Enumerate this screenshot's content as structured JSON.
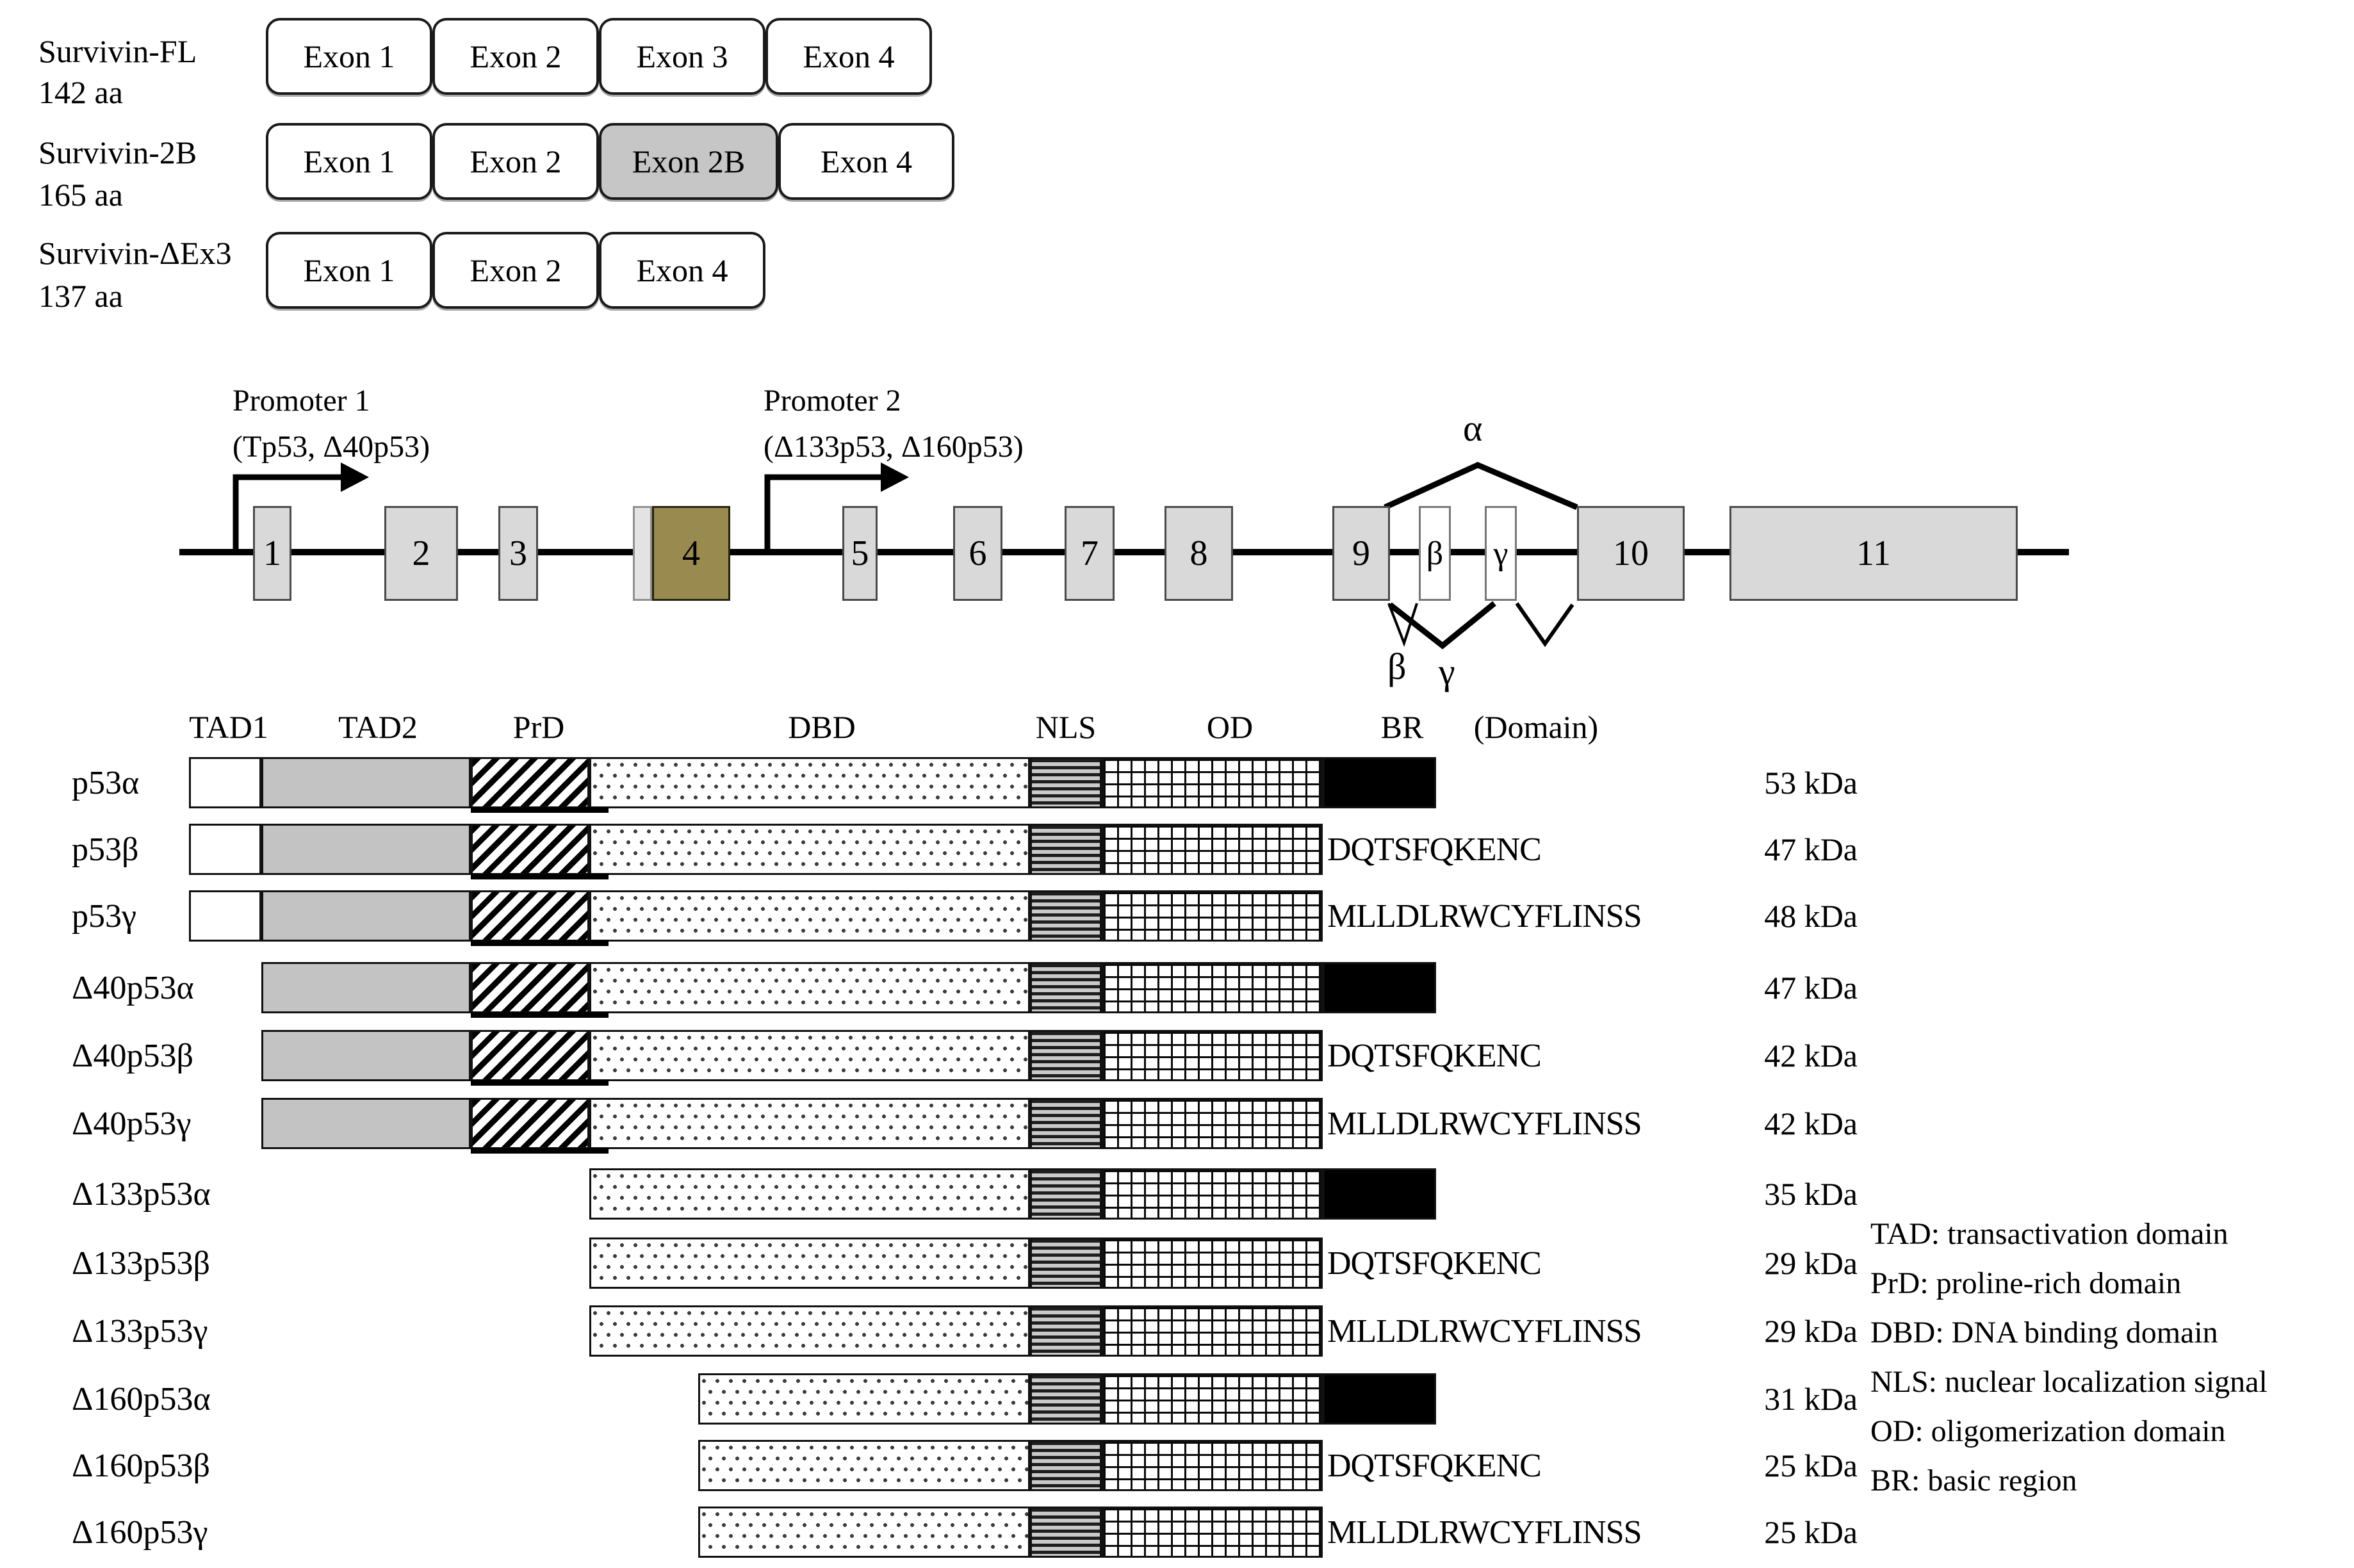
{
  "survivin": {
    "rows": [
      {
        "name": "Survivin-FL",
        "aa": "142 aa",
        "exons": [
          {
            "label": "Exon 1",
            "shaded": false
          },
          {
            "label": "Exon 2",
            "shaded": false
          },
          {
            "label": "Exon 3",
            "shaded": false
          },
          {
            "label": "Exon 4",
            "shaded": false
          }
        ]
      },
      {
        "name": "Survivin-2B",
        "aa": "165 aa",
        "exons": [
          {
            "label": "Exon 1",
            "shaded": false
          },
          {
            "label": "Exon 2",
            "shaded": false
          },
          {
            "label": "Exon 2B",
            "shaded": true
          },
          {
            "label": "Exon 4",
            "shaded": false
          }
        ]
      },
      {
        "name": "Survivin-ΔEx3",
        "aa": "137 aa",
        "exons": [
          {
            "label": "Exon 1",
            "shaded": false
          },
          {
            "label": "Exon 2",
            "shaded": false
          },
          {
            "label": "Exon 4",
            "shaded": false
          }
        ]
      }
    ]
  },
  "gene": {
    "promoter1": {
      "title": "Promoter 1",
      "subtitle": "(Tp53, Δ40p53)"
    },
    "promoter2": {
      "title": "Promoter 2",
      "subtitle": "(Δ133p53, Δ160p53)"
    },
    "exon_labels": [
      "1",
      "2",
      "3",
      "4",
      "5",
      "6",
      "7",
      "8",
      "9",
      "β",
      "γ",
      "10",
      "11"
    ],
    "splice_top": "α",
    "splice_bottom": [
      "β",
      "γ"
    ]
  },
  "p53": {
    "domain_headers": [
      "TAD1",
      "TAD2",
      "PrD",
      "DBD",
      "NLS",
      "OD",
      "BR",
      "(Domain)"
    ],
    "rows": [
      {
        "label": "p53α",
        "kda": "53 kDa",
        "tail": "",
        "domains": [
          "TAD1",
          "TAD2",
          "PrD",
          "DBD",
          "NLS",
          "OD",
          "BR"
        ]
      },
      {
        "label": "p53β",
        "kda": "47 kDa",
        "tail": "DQTSFQKENC",
        "domains": [
          "TAD1",
          "TAD2",
          "PrD",
          "DBD",
          "NLS",
          "OD"
        ]
      },
      {
        "label": "p53γ",
        "kda": "48 kDa",
        "tail": "MLLDLRWCYFLINSS",
        "domains": [
          "TAD1",
          "TAD2",
          "PrD",
          "DBD",
          "NLS",
          "OD"
        ]
      },
      {
        "label": "Δ40p53α",
        "kda": "47 kDa",
        "tail": "",
        "domains": [
          "TAD2",
          "PrD",
          "DBD",
          "NLS",
          "OD",
          "BR"
        ]
      },
      {
        "label": "Δ40p53β",
        "kda": "42 kDa",
        "tail": "DQTSFQKENC",
        "domains": [
          "TAD2",
          "PrD",
          "DBD",
          "NLS",
          "OD"
        ]
      },
      {
        "label": "Δ40p53γ",
        "kda": "42 kDa",
        "tail": "MLLDLRWCYFLINSS",
        "domains": [
          "TAD2",
          "PrD",
          "DBD",
          "NLS",
          "OD"
        ]
      },
      {
        "label": "Δ133p53α",
        "kda": "35 kDa",
        "tail": "",
        "domains": [
          "DBD",
          "NLS",
          "OD",
          "BR"
        ]
      },
      {
        "label": "Δ133p53β",
        "kda": "29 kDa",
        "tail": "DQTSFQKENC",
        "domains": [
          "DBD",
          "NLS",
          "OD"
        ]
      },
      {
        "label": "Δ133p53γ",
        "kda": "29 kDa",
        "tail": "MLLDLRWCYFLINSS",
        "domains": [
          "DBD",
          "NLS",
          "OD"
        ]
      },
      {
        "label": "Δ160p53α",
        "kda": "31 kDa",
        "tail": "",
        "domains": [
          "DBD",
          "NLS",
          "OD",
          "BR"
        ]
      },
      {
        "label": "Δ160p53β",
        "kda": "25 kDa",
        "tail": "DQTSFQKENC",
        "domains": [
          "DBD",
          "NLS",
          "OD"
        ]
      },
      {
        "label": "Δ160p53γ",
        "kda": "25 kDa",
        "tail": "MLLDLRWCYFLINSS",
        "domains": [
          "DBD",
          "NLS",
          "OD"
        ]
      }
    ],
    "legend": [
      "TAD: transactivation domain",
      "PrD: proline-rich domain",
      "DBD: DNA binding domain",
      "NLS: nuclear localization signal",
      "OD: oligomerization domain",
      "BR: basic region"
    ]
  },
  "colors": {
    "exon_gray": "#d9d9d9",
    "exon4_olive": "#998a50",
    "exon2b_gray": "#c6c6c6",
    "tad2_gray": "#c3c3c3",
    "br_black": "#000000"
  }
}
